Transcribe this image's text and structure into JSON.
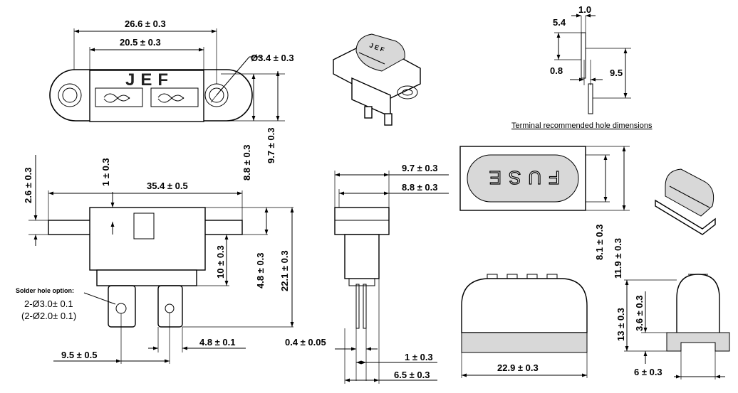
{
  "logo_text": "JEF",
  "fuse_text": "FUSE",
  "caption": "Terminal recommended hole dimensions",
  "solder_title": "Solder hole option:",
  "solder_option1": "2-Ø3.0± 0.1",
  "solder_option2": "(2-Ø2.0± 0.1)",
  "dims": {
    "d1": "26.6 ± 0.3",
    "d2": "20.5 ± 0.3",
    "d3": "Ø3.4 ± 0.3",
    "d4": "8.8 ± 0.3",
    "d5": "9.7 ± 0.3",
    "d6": "35.4 ± 0.5",
    "d7": "1 ± 0.3",
    "d8": "2.6 ± 0.3",
    "d9": "10 ± 0.3",
    "d10": "4.8 ± 0.3",
    "d11": "22.1 ± 0.3",
    "d12": "4.8 ± 0.1",
    "d13": "9.5 ± 0.5",
    "d14": "9.7 ± 0.3",
    "d15": "8.8 ± 0.3",
    "d16": "0.4 ± 0.05",
    "d17": "1 ± 0.3",
    "d18": "6.5 ± 0.3",
    "d19": "1.0",
    "d20": "5.4",
    "d21": "0.8",
    "d22": "9.5",
    "d23": "8.1 ± 0.3",
    "d24": "11.9 ± 0.3",
    "d25": "22.9 ± 0.3",
    "d26": "13 ± 0.3",
    "d27": "3.6 ± 0.3",
    "d28": "6 ± 0.3"
  }
}
